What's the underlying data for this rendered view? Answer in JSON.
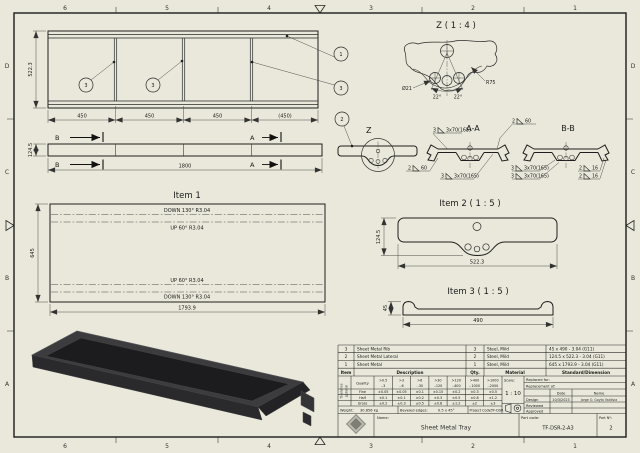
{
  "sheet": {
    "bg": "#e9e8da",
    "line_color": "#1e1e1e",
    "zones_h": [
      "6",
      "5",
      "4",
      "3",
      "2",
      "1"
    ],
    "zones_v": [
      "D",
      "C",
      "B",
      "A"
    ]
  },
  "top_view": {
    "dim_height": "522.3",
    "dim_w1": "450",
    "dim_w2": "450",
    "dim_w3": "450",
    "dim_w4": "(450)",
    "balloon_rib_a": "3",
    "balloon_rib_b": "3",
    "balloon_sheet": "1",
    "balloon_rib_c": "3",
    "balloon_lateral": "2"
  },
  "front_view": {
    "dim_height": "124.5",
    "dim_width": "1800",
    "sec_a": "A",
    "sec_b": "B"
  },
  "item1": {
    "title": "Item 1",
    "bend1": "DOWN 130° R3.04",
    "bend2": "UP 60° R3.04",
    "bend3": "UP 60° R3.04",
    "bend4": "DOWN 130° R3.04",
    "dim_height": "645",
    "dim_width": "1793.9"
  },
  "detail_z": {
    "title": "Z ( 1 : 4 )",
    "dim_dia": "Ø21",
    "dim_radius": "R75",
    "angle_left": "22°",
    "angle_right": "22°"
  },
  "view_z": {
    "label": "Z"
  },
  "section_aa": {
    "title": "A-A",
    "w1_size": "3",
    "w1_spec": "3x70(165)",
    "w2_size": "2",
    "w2_spec": "60",
    "w3_size": "2",
    "w3_spec": "60",
    "w4_size": "3",
    "w4_spec": "3x70(165)"
  },
  "section_bb": {
    "title": "B-B",
    "w1_size": "3",
    "w1_spec": "3x70(165)",
    "w2_size": "3",
    "w2_spec": "3x70(165)",
    "w3_size": "2",
    "w3_spec": "16",
    "w4_size": "2",
    "w4_spec": "16"
  },
  "item2": {
    "title": "Item 2 ( 1 : 5 )",
    "dim_height": "124.5",
    "dim_width": "522.3"
  },
  "item3": {
    "title": "Item 3 ( 1 : 5 )",
    "dim_height": "45",
    "dim_width": "490"
  },
  "bom": {
    "headers": {
      "item": "Item",
      "description": "Description",
      "qty": "Qty.",
      "material": "Material",
      "standard": "Standard/Dimension"
    },
    "rows": [
      {
        "item": "3",
        "description": "Sheet Metal Rib",
        "qty": "3",
        "material": "Steel, Mild",
        "standard": "45 x 490 - 3.04 (G11)"
      },
      {
        "item": "2",
        "description": "Sheet Metal Lateral",
        "qty": "2",
        "material": "Steel, Mild",
        "standard": "124.5 x 522.3 - 3.04 (G11)"
      },
      {
        "item": "1",
        "description": "Sheet Metal",
        "qty": "1",
        "material": "Steel, Mild",
        "standard": "645 x 1793.9 - 3.04 (G11)"
      }
    ]
  },
  "titleblock": {
    "tolerance_label_1": "Tolerance",
    "tolerance_label_2": "general",
    "quality": "Quality",
    "ranges": [
      {
        "top": ">0.5",
        "bottom": "..3"
      },
      {
        "top": ">3",
        "bottom": "..6"
      },
      {
        "top": ">6",
        "bottom": "..30"
      },
      {
        "top": ">30",
        "bottom": "..120"
      },
      {
        "top": ">120",
        "bottom": "..400"
      },
      {
        "top": ">400",
        "bottom": "..1000"
      },
      {
        "top": ">1000",
        "bottom": "..2000"
      }
    ],
    "fine_label": "Fine",
    "fine": [
      "±0.05",
      "±0.05",
      "±0.1",
      "±0.15",
      "±0.2",
      "±0.3",
      "±0.5"
    ],
    "half_label": "Half",
    "half": [
      "±0.1",
      "±0.1",
      "±0.2",
      "±0.3",
      "±0.5",
      "±0.8",
      "±1.2"
    ],
    "gross_label": "Gross",
    "gross": [
      "±0.2",
      "±0.3",
      "±0.5",
      "±0.8",
      "±1.2",
      "±2",
      "±3"
    ],
    "scale_label": "Scale:",
    "scale_value": "1 : 10",
    "replaced_for": "Replaced for:",
    "replacement_of": "Replacement of:",
    "date_header": "Date",
    "name_header": "Name",
    "design_label": "Design",
    "design_date": "10/3/2023",
    "design_name": "Jorge O. Goyta Valdivia",
    "reviewed_label": "Reviewed",
    "approved_label": "Approved",
    "weight_label": "Weight:",
    "weight_value": "30.856 kg",
    "bevel_label": "Beveled edges:",
    "bevel_value": "0.5 x 45°",
    "project_label": "Project Code:",
    "project_value": "TF-DSR",
    "name_label": "Name:",
    "part_name": "Sheet Metal Tray",
    "part_code_label": "Part code:",
    "part_code": "TF-DSR-2-A3",
    "part_no_label": "Part Nº:",
    "part_no": "2"
  }
}
